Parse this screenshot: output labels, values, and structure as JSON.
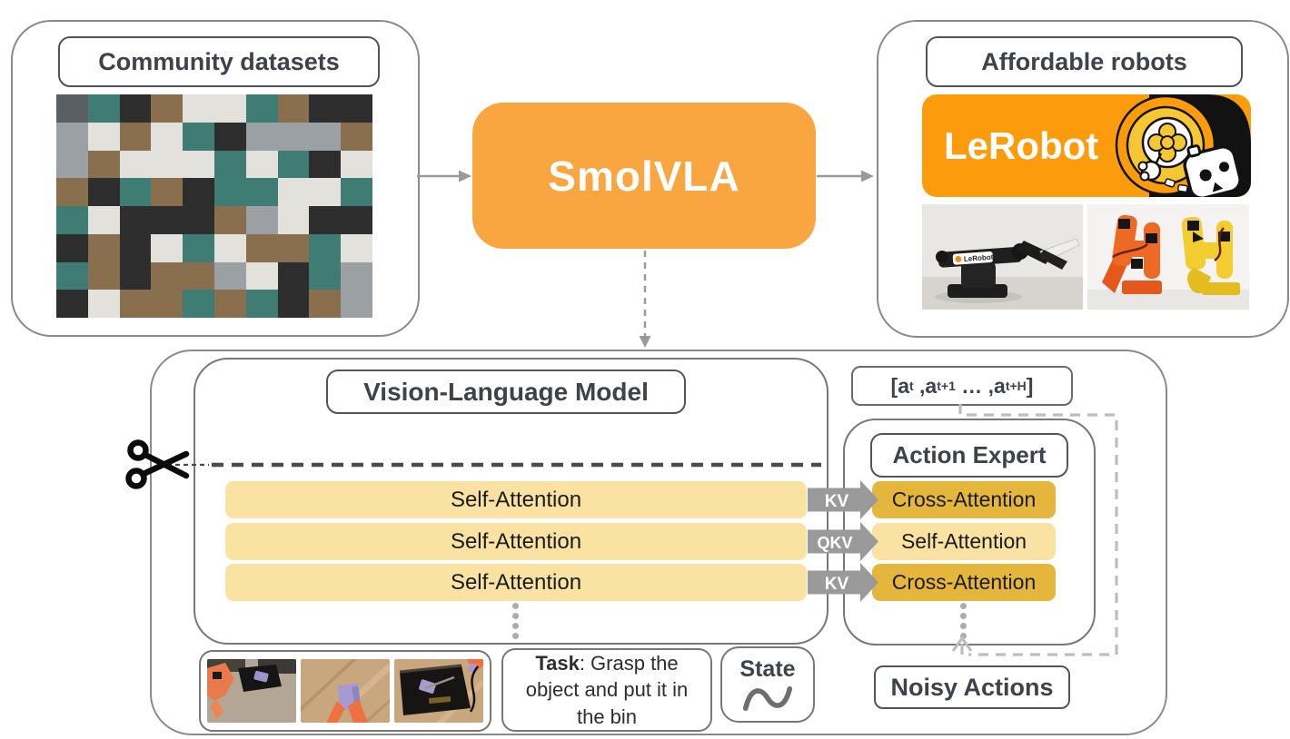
{
  "colors": {
    "accent-orange": "#F9A640",
    "banner-orange": "#FC9C0C",
    "bar-yellow": "#FAE3A2",
    "gold": "#E4B63C",
    "arrow-gray": "#9A9A9A",
    "border-dark": "#4F555C",
    "border-mid": "#6B6B6B",
    "container-border": "#8A8A8A",
    "heading-text": "#3D434B",
    "cut-dash": "#4B4B4B",
    "loop-dash": "#BDBDBD"
  },
  "community": {
    "title": "Community datasets",
    "mosaic_palette": [
      "#9aa0a3",
      "#c5c9cb",
      "#7b7f82",
      "#b3a48b",
      "#8a6f4f",
      "#c2a576",
      "#5f8f6e",
      "#3f6e55",
      "#2e2e2e",
      "#191919",
      "#6f8fae",
      "#41608a",
      "#e3e1dc",
      "#d4cfc7",
      "#7d7a58",
      "#a2543a",
      "#3f7d74",
      "#8f9aa6",
      "#5a5f63",
      "#cdb88f"
    ]
  },
  "smolvla": {
    "label": "SmolVLA"
  },
  "affordable": {
    "title": "Affordable robots",
    "banner_text": "LeRobot"
  },
  "vlm": {
    "title": "Vision-Language Model",
    "bars": [
      "Self-Attention",
      "Self-Attention",
      "Self-Attention"
    ]
  },
  "kv_labels": [
    "KV",
    "QKV",
    "KV"
  ],
  "action_expert": {
    "title": "Action Expert",
    "rows": [
      "Cross-Attention",
      "Self-Attention",
      "Cross-Attention"
    ]
  },
  "action_chunk": {
    "p1": "[a",
    "s1": "t",
    "p2": " ,a",
    "s2": "t+1",
    "p3": " … ,a",
    "s3": "t+H",
    "p4": "]"
  },
  "task": {
    "label": "Task",
    "text": ": Grasp the object and put it in the bin"
  },
  "state": {
    "label": "State"
  },
  "noisy": {
    "label": "Noisy Actions"
  },
  "icons": {
    "scissors-icon": "✂",
    "state-wave-icon": "∿",
    "ellipsis-dots": "⋮",
    "kv-block-arrow": "➜"
  }
}
